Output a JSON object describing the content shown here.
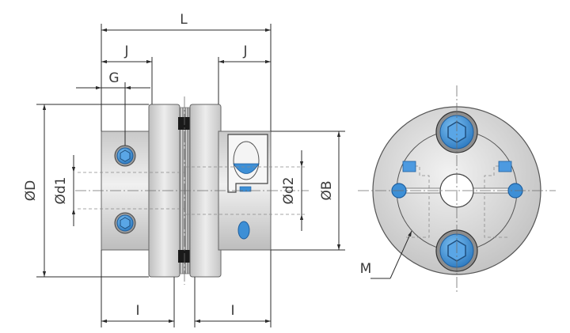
{
  "labels": {
    "overall_length": "L",
    "hub_length_left": "J",
    "hub_length_right": "J",
    "screw_offset": "G",
    "outer_diameter": "ØD",
    "bore_left": "Ød1",
    "bore_right": "Ød2",
    "hub_diameter": "ØB",
    "insert_left": "I",
    "insert_right": "I",
    "set_screw": "M"
  },
  "colors": {
    "body_light": "#e6e6e6",
    "body_dark": "#b5b5b5",
    "screw_blue": "#3d8fd6",
    "screw_blue_dark": "#1f5f9e",
    "disc_dark": "#1a1a1a"
  }
}
